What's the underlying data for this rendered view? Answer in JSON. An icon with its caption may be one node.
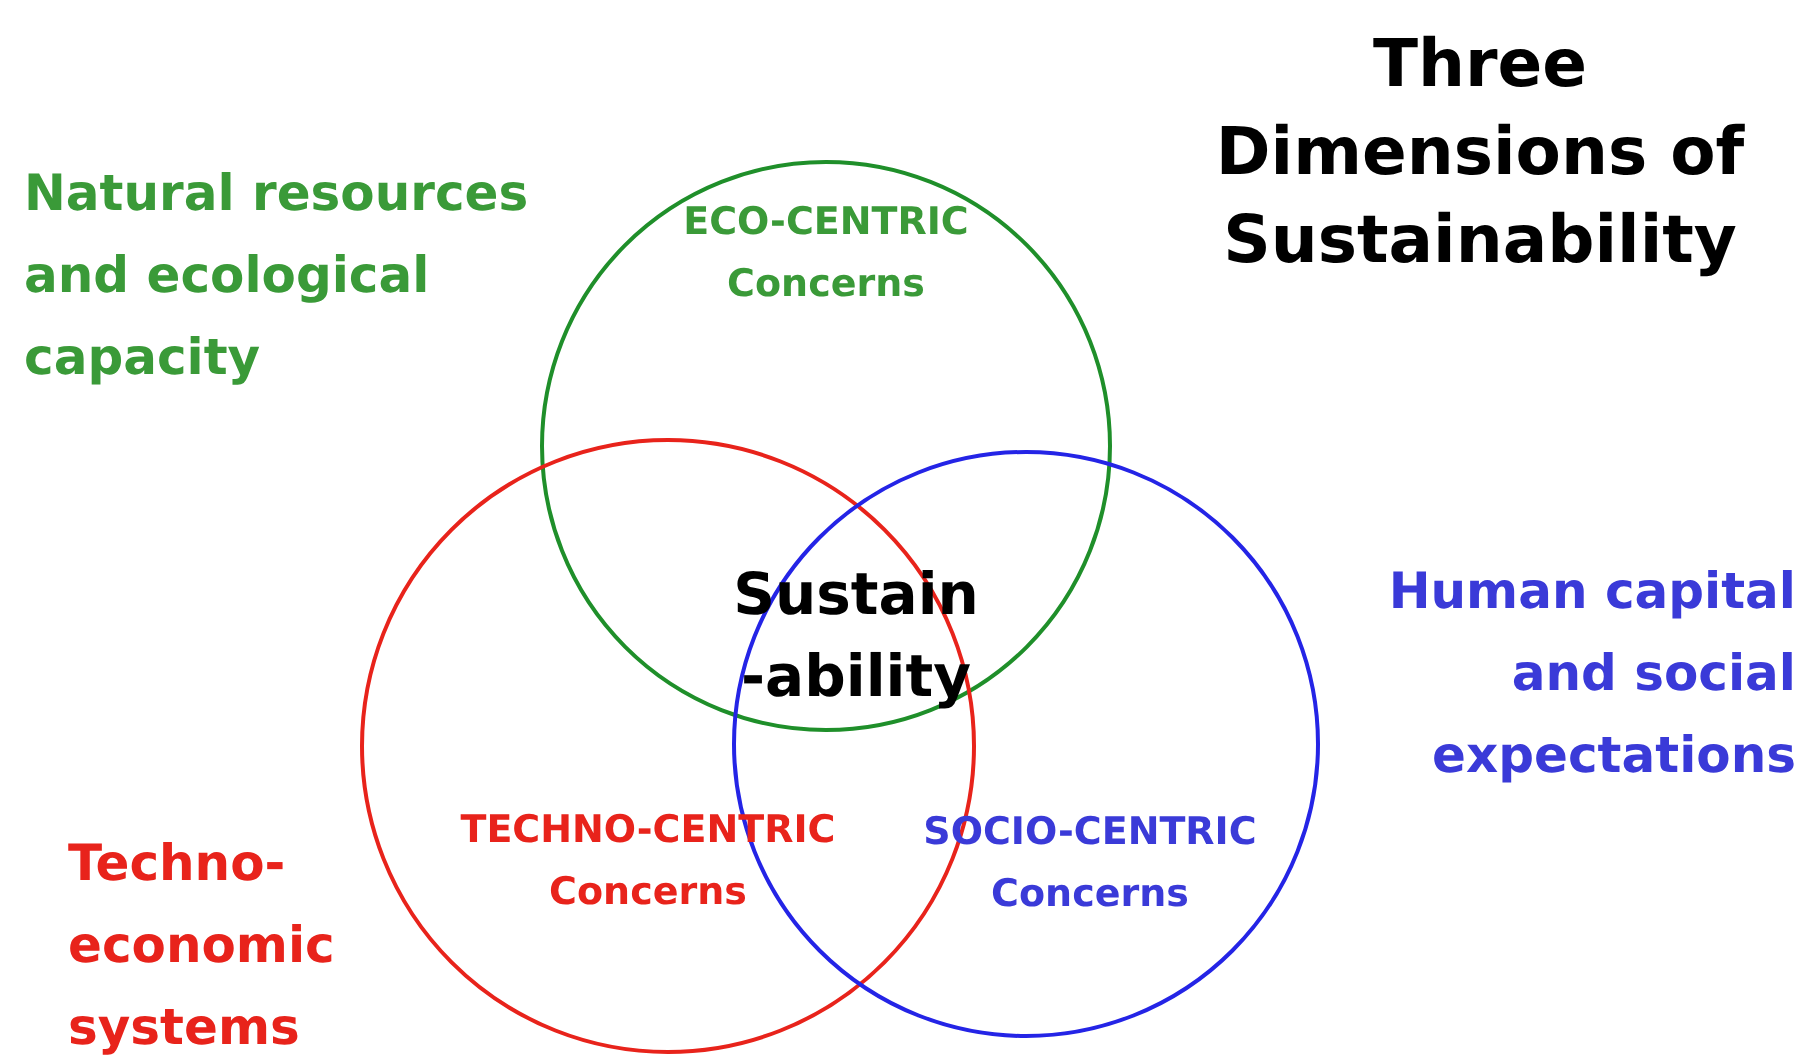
{
  "diagram": {
    "title": "Three Dimensions of Sustainability",
    "nodes": [
      {
        "text": [
          "ECO-CENTRIC Concerns"
        ]
      },
      {
        "text": [
          "TECHNO-CENTRIC Concerns"
        ]
      },
      {
        "text": [
          "SOCIO-CENTRIC Concerns"
        ]
      }
    ],
    "edges": [],
    "labels": [
      "Natural resources and ecological capacity",
      "Sustain -ability",
      "Human capital and social expectations",
      "Techno-economic systems"
    ]
  }
}
